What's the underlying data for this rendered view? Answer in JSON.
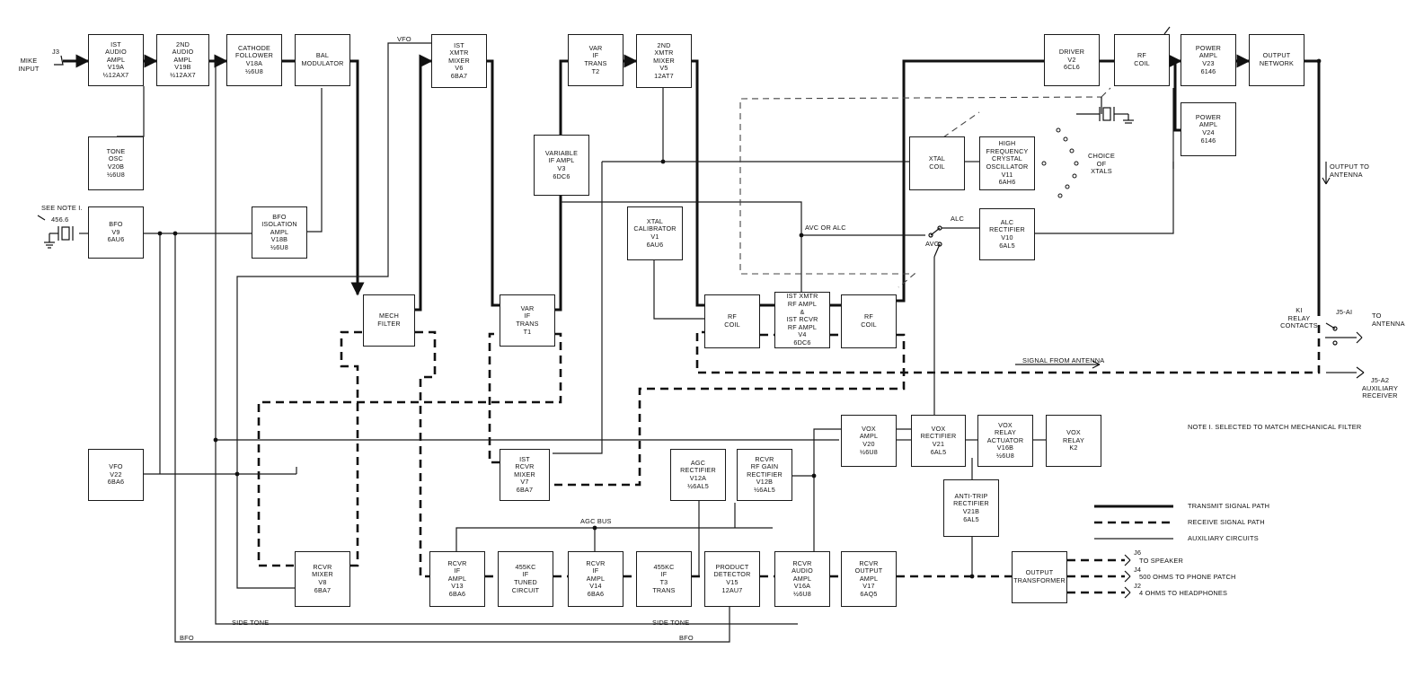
{
  "blocks": {
    "audio1": "IST\nAUDIO\nAMPL\nV19A\n½12AX7",
    "audio2": "2ND\nAUDIO\nAMPL\nV19B\n½12AX7",
    "cathode": "CATHODE\nFOLLOWER\nV18A\n½6U8",
    "balmod": "BAL\nMODULATOR",
    "xmixer1": "IST\nXMTR\nMIXER\nV6\n6BA7",
    "variftrans2": "VAR\nIF\nTRANS\nT2",
    "xmixer2": "2ND\nXMTR\nMIXER\nV5\n12AT7",
    "driver": "DRIVER\nV2\n6CL6",
    "rfcoil_top": "RF\nCOIL",
    "pa23": "POWER\nAMPL\nV23\n6146",
    "pa24": "POWER\nAMPL\nV24\n6146",
    "outnet": "OUTPUT\nNETWORK",
    "toneosc": "TONE\nOSC\nV20B\n½6U8",
    "varif": "VARIABLE\nIF AMPL\nV3\n6DC6",
    "xtalcoil": "XTAL\nCOIL",
    "hfosc": "HIGH\nFREQUENCY\nCRYSTAL\nOSCILLATOR\nV11\n6AH6",
    "bfo": "BFO\nV9\n6AU6",
    "bfoiso": "BFO\nISOLATION\nAMPL\nV18B\n½6U8",
    "xtalcal": "XTAL\nCALIBRATOR\nV1\n6AU6",
    "alcrect": "ALC\nRECTIFIER\nV10\n6AL5",
    "mech": "MECH\nFILTER",
    "variftrans1": "VAR\nIF\nTRANS\nT1",
    "rfcoil_l": "RF\nCOIL",
    "rfamp": "IST XMTR\nRF AMPL\n&\nIST RCVR\nRF AMPL\nV4\n6DC6",
    "rfcoil_r": "RF\nCOIL",
    "voxamp": "VOX\nAMPL\nV20\n½6U8",
    "voxrect": "VOX\nRECTIFIER\nV21\n6AL5",
    "voxrelayact": "VOX\nRELAY\nACTUATOR\nV16B\n½6U8",
    "voxrelay": "VOX\nRELAY\nK2",
    "vfo": "VFO\nV22\n6BA6",
    "rmixer1": "IST\nRCVR\nMIXER\nV7\n6BA7",
    "agcrect": "AGC\nRECTIFIER\nV12A\n½6AL5",
    "rfgain": "RCVR\nRF GAIN\nRECTIFIER\nV12B\n½6AL5",
    "antitrip": "ANTI-TRIP\nRECTIFIER\nV21B\n6AL5",
    "rmixer": "RCVR\nMIXER\nV8\n6BA7",
    "rifamp13": "RCVR\nIF\nAMPL\nV13\n6BA6",
    "tuned455": "455KC\nIF\nTUNED\nCIRCUIT",
    "rifamp14": "RCVR\nIF\nAMPL\nV14\n6BA6",
    "t3": "455KC\nIF\nT3\nTRANS",
    "prodet": "PRODUCT\nDETECTOR\nV15\n12AU7",
    "raudio": "RCVR\nAUDIO\nAMPL\nV16A\n½6U8",
    "routamp": "RCVR\nOUTPUT\nAMPL\nV17\n6AQ5",
    "outxfmr": "OUTPUT\nTRANSFORMER"
  },
  "labels": {
    "j3": "J3",
    "mike": "MIKE\nINPUT",
    "vfo_top": "VFO",
    "see_note": "SEE NOTE I.",
    "freq": "456.6",
    "choice": "CHOICE\nOF\nXTALS",
    "output_to_antenna": "OUTPUT TO\nANTENNA",
    "alc": "ALC",
    "avc_or_alc": "AVC  OR  ALC",
    "avc": "AVC",
    "k1": "KI\nRELAY\nCONTACTS",
    "j5a1": "J5-AI",
    "to_antenna": "TO\nANTENNA",
    "signal_from_antenna": "SIGNAL  FROM  ANTENNA",
    "j5a2": "J5-A2\nAUXILIARY\nRECEIVER",
    "note": "NOTE I.    SELECTED TO MATCH MECHANICAL FILTER",
    "agc_bus": "AGC BUS",
    "side_tone_left": "SIDE TONE",
    "side_tone_right": "SIDE TONE",
    "bfo_left": "BFO",
    "bfo_right": "BFO",
    "j6": "J6",
    "to_speaker": "TO SPEAKER",
    "j4": "J4",
    "phone_patch": "500 OHMS TO PHONE PATCH",
    "j2": "J2",
    "headphones": "4 OHMS TO HEADPHONES"
  },
  "legend": {
    "transmit": "TRANSMIT SIGNAL PATH",
    "receive": "RECEIVE SIGNAL PATH",
    "aux": "AUXILIARY CIRCUITS"
  }
}
